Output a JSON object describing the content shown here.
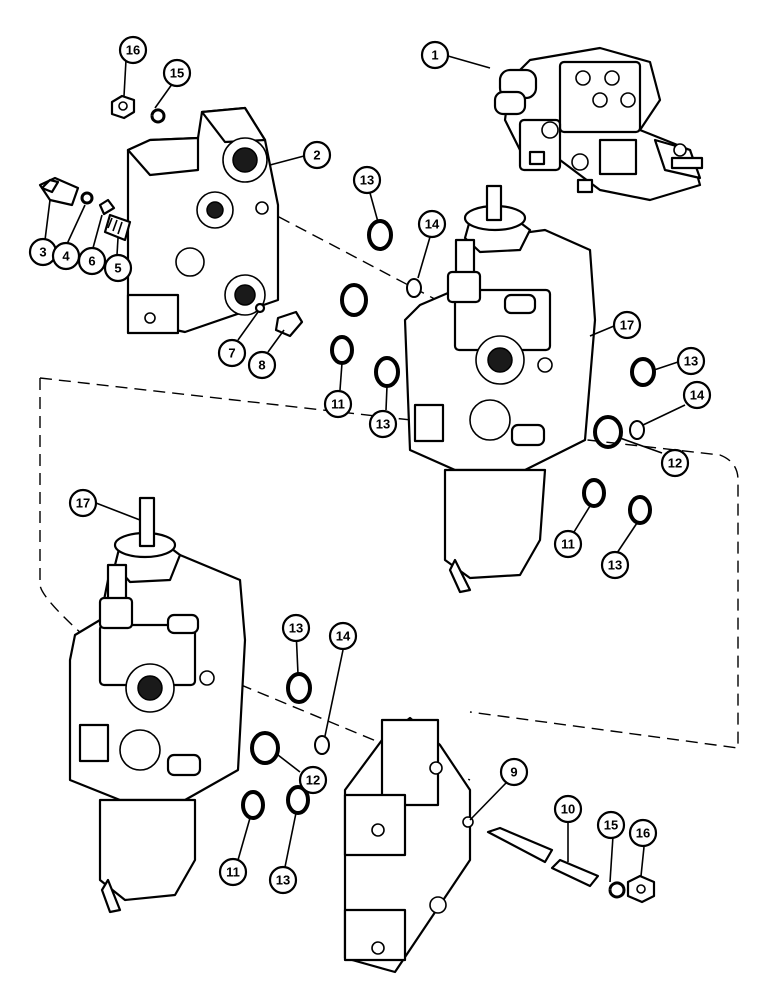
{
  "callouts": [
    {
      "id": "c1",
      "label": "1"
    },
    {
      "id": "c2",
      "label": "2"
    },
    {
      "id": "c3",
      "label": "3"
    },
    {
      "id": "c4",
      "label": "4"
    },
    {
      "id": "c5",
      "label": "5"
    },
    {
      "id": "c6",
      "label": "6"
    },
    {
      "id": "c7",
      "label": "7"
    },
    {
      "id": "c8",
      "label": "8"
    },
    {
      "id": "c9",
      "label": "9"
    },
    {
      "id": "c10",
      "label": "10"
    },
    {
      "id": "c11a",
      "label": "11"
    },
    {
      "id": "c11b",
      "label": "11"
    },
    {
      "id": "c11c",
      "label": "11"
    },
    {
      "id": "c12a",
      "label": "12"
    },
    {
      "id": "c12b",
      "label": "12"
    },
    {
      "id": "c13a",
      "label": "13"
    },
    {
      "id": "c13b",
      "label": "13"
    },
    {
      "id": "c13c",
      "label": "13"
    },
    {
      "id": "c13d",
      "label": "13"
    },
    {
      "id": "c13e",
      "label": "13"
    },
    {
      "id": "c13f",
      "label": "13"
    },
    {
      "id": "c14a",
      "label": "14"
    },
    {
      "id": "c14b",
      "label": "14"
    },
    {
      "id": "c14c",
      "label": "14"
    },
    {
      "id": "c15a",
      "label": "15"
    },
    {
      "id": "c15b",
      "label": "15"
    },
    {
      "id": "c16a",
      "label": "16"
    },
    {
      "id": "c16b",
      "label": "16"
    },
    {
      "id": "c17a",
      "label": "17"
    },
    {
      "id": "c17b",
      "label": "17"
    }
  ]
}
